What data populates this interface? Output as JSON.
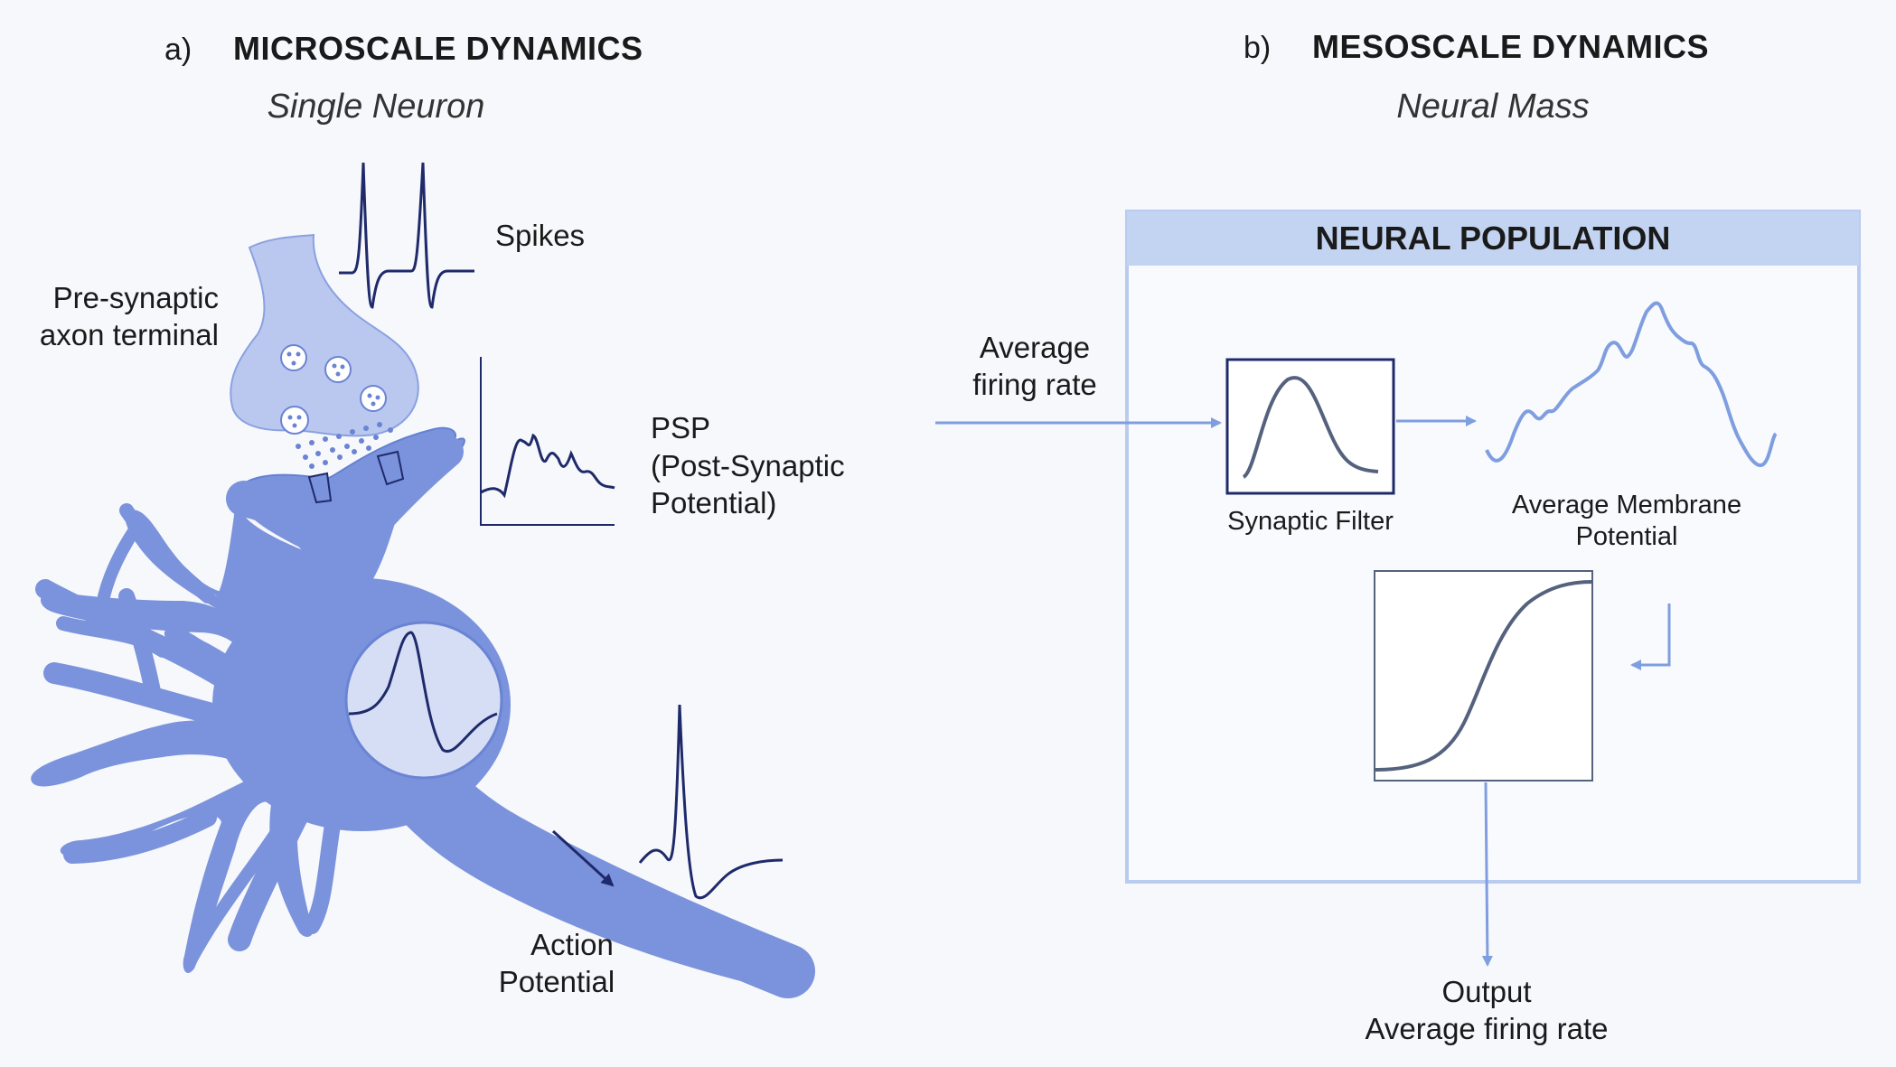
{
  "panel_a": {
    "letter": "a)",
    "title": "MICROSCALE DYNAMICS",
    "subtitle": "Single Neuron",
    "labels": {
      "presynaptic_line1": "Pre-synaptic",
      "presynaptic_line2": "axon terminal",
      "spikes": "Spikes",
      "psp_line1": "PSP",
      "psp_line2": "(Post-Synaptic",
      "psp_line3": "Potential)",
      "action_line1": "Action",
      "action_line2": "Potential"
    }
  },
  "panel_b": {
    "letter": "b)",
    "title": "MESOSCALE DYNAMICS",
    "subtitle": "Neural Mass",
    "population_title": "NEURAL POPULATION",
    "input_line1": "Average",
    "input_line2": "firing rate",
    "synaptic_filter": "Synaptic Filter",
    "membrane_line1": "Average Membrane",
    "membrane_line2": "Potential",
    "output_line1": "Output",
    "output_line2": "Average firing rate"
  },
  "colors": {
    "neuron_fill": "#7b93dc",
    "terminal_fill": "#bac8f0",
    "accent_line": "#7f9ee0",
    "trace_dark": "#1f2a6b",
    "population_header": "#c3d4f2",
    "population_border": "#b9cbee"
  }
}
